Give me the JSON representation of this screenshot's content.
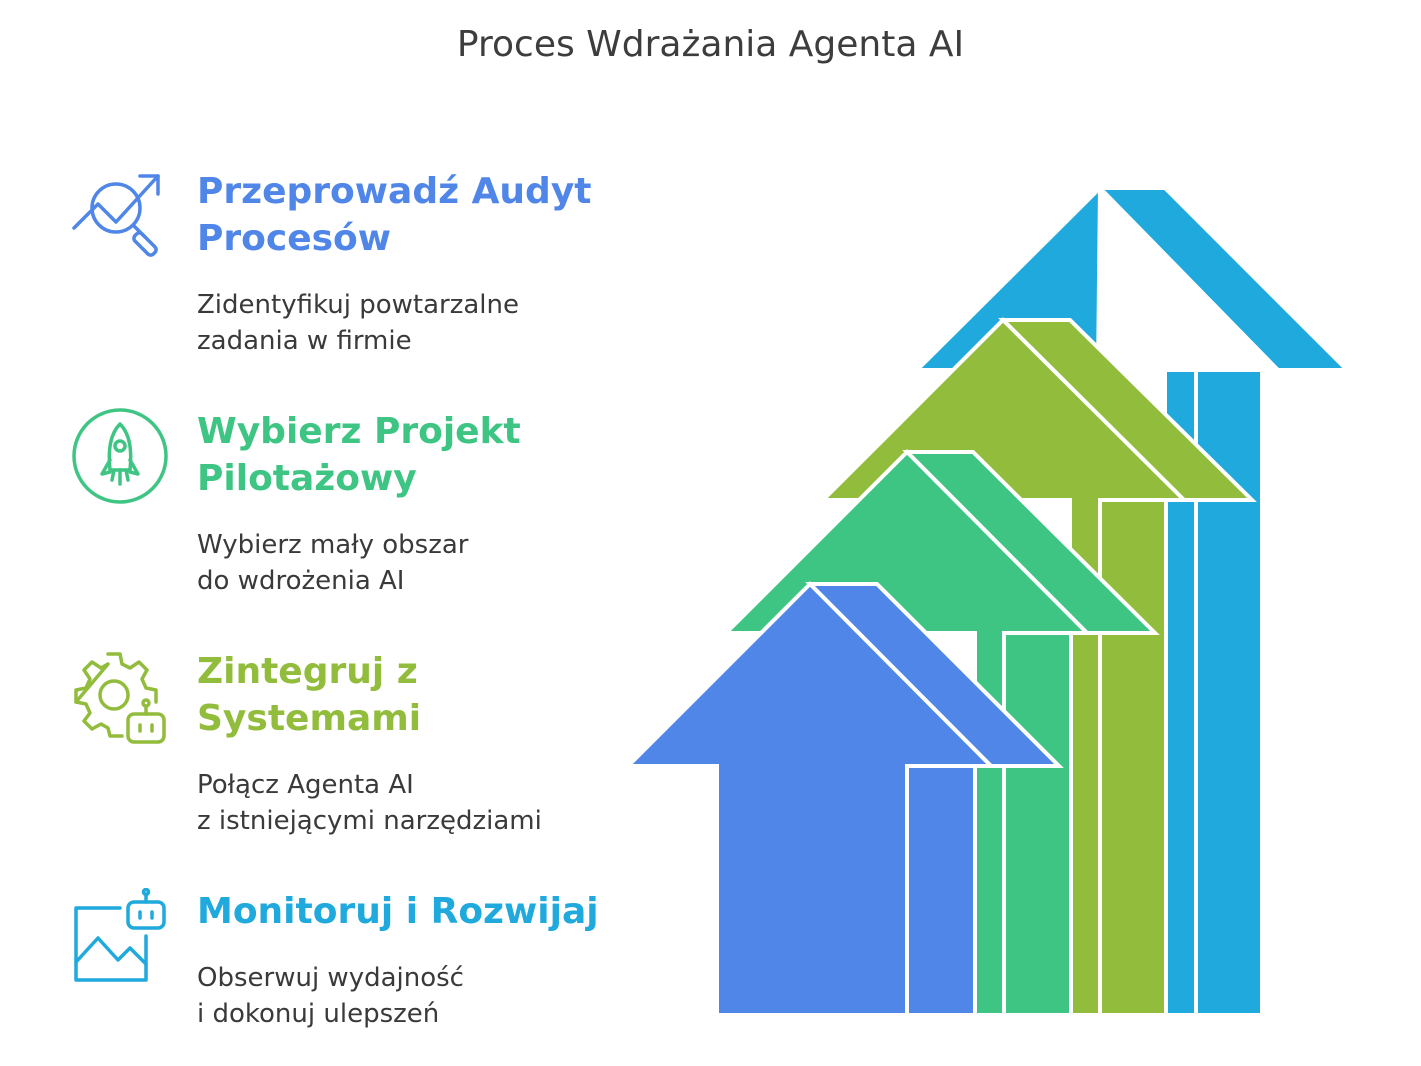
{
  "title": "Proces Wdrażania Agenta AI",
  "colors": {
    "step1": "#4f86e8",
    "step2": "#3ec583",
    "step3": "#92bc3b",
    "step4": "#1fa9dc",
    "text": "#3a3a3a"
  },
  "steps": [
    {
      "icon": "chart-search-icon",
      "heading": [
        "Przeprowadź Audyt",
        "Procesów"
      ],
      "description": [
        "Zidentyfikuj powtarzalne",
        "zadania w firmie"
      ]
    },
    {
      "icon": "rocket-icon",
      "heading": [
        "Wybierz Projekt",
        "Pilotażowy"
      ],
      "description": [
        "Wybierz mały obszar",
        "do wdrożenia AI"
      ]
    },
    {
      "icon": "gear-robot-icon",
      "heading": [
        "Zintegruj z",
        "Systemami"
      ],
      "description": [
        "Połącz Agenta AI",
        "z istniejącymi narzędziami"
      ]
    },
    {
      "icon": "monitor-robot-icon",
      "heading": [
        "Monitoruj i Rozwijaj"
      ],
      "description": [
        "Obserwuj wydajność",
        "i dokonuj ulepszeń"
      ]
    }
  ]
}
